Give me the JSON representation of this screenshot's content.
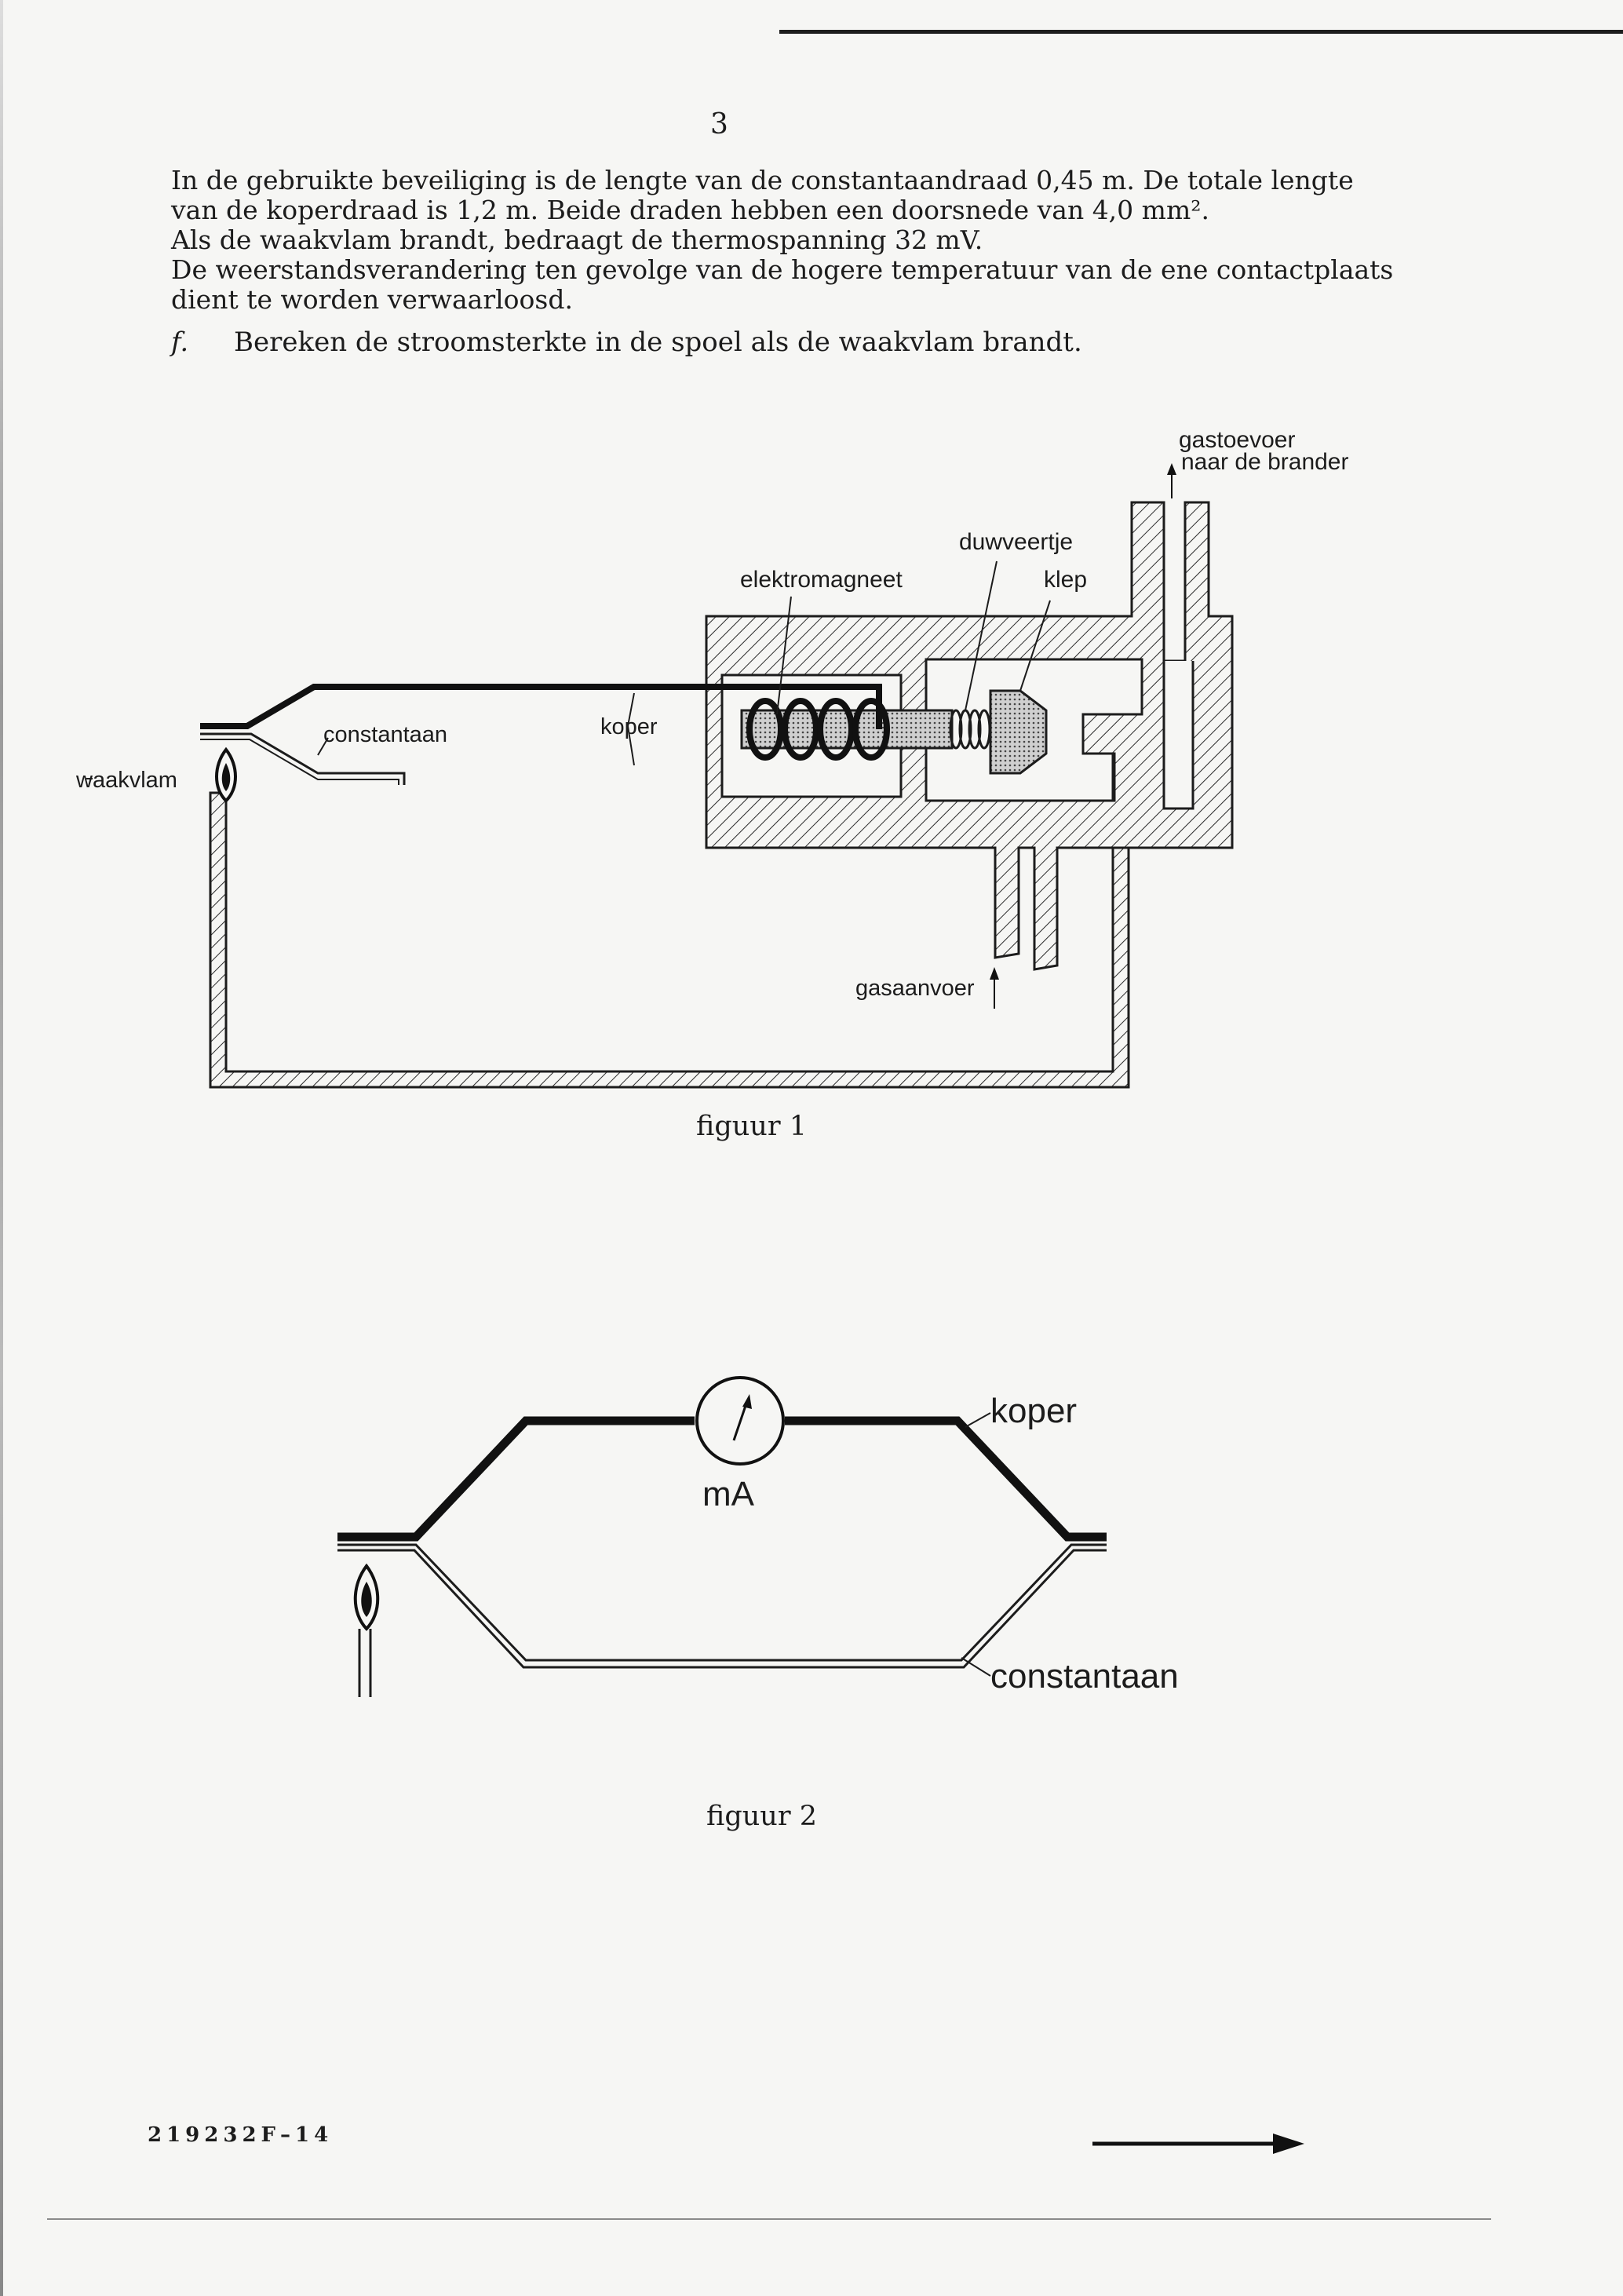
{
  "page": {
    "number": "3",
    "code": "219232F–14"
  },
  "text": {
    "line1": "In de gebruikte beveiliging is de lengte van de constantaandraad 0,45 m. De totale lengte",
    "line2": "van de koperdraad is 1,2 m. Beide draden hebben een doorsnede van 4,0 mm².",
    "line3": "Als de waakvlam brandt, bedraagt de thermospanning 32 mV.",
    "line4": "De weerstandsverandering ten gevolge van de hogere temperatuur van de ene contactplaats",
    "line5": "dient te worden verwaarloosd."
  },
  "question": {
    "letter": "f.",
    "text": "Bereken de stroomsterkte in de spoel als de waakvlam brandt."
  },
  "figure1": {
    "caption": "figuur 1",
    "labels": {
      "gastoevoer": "gastoevoer",
      "naar_brander": "naar de brander",
      "duwveertje": "duwveertje",
      "elektromagneet": "elektromagneet",
      "klep": "klep",
      "constantaan": "constantaan",
      "koper": "koper",
      "waakvlam": "waakvlam",
      "gasaanvoer": "gasaanvoer"
    }
  },
  "figure2": {
    "caption": "figuur 2",
    "labels": {
      "koper": "koper",
      "meter": "mA",
      "constantaan": "constantaan"
    }
  }
}
